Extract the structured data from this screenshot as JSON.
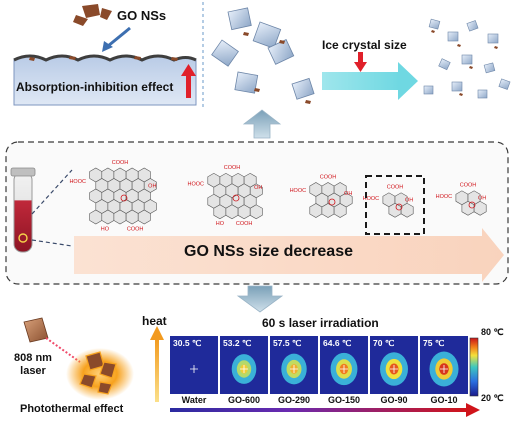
{
  "top_left": {
    "go_nss_label": "GO NSs",
    "effect_label": "Absorption-inhibition effect"
  },
  "top_right": {
    "ice_label": "Ice crystal size"
  },
  "middle": {
    "size_decrease_label": "GO NSs size decrease",
    "group_labels": [
      "COOH",
      "HOOC",
      "OH",
      "O",
      "HO"
    ]
  },
  "bottom": {
    "laser_label_line1": "808 nm",
    "laser_label_line2": "laser",
    "photothermal_label": "Photothermal effect",
    "heat_label": "heat",
    "irradiation_title": "60 s laser irradiation",
    "colorbar_max": "80 ℃",
    "colorbar_min": "20 ℃",
    "panels": [
      {
        "temp": "30.5 ℃",
        "name": "Water",
        "intensity": 0.0
      },
      {
        "temp": "53.2 ℃",
        "name": "GO-600",
        "intensity": 0.55
      },
      {
        "temp": "57.5 ℃",
        "name": "GO-290",
        "intensity": 0.62
      },
      {
        "temp": "64.6 ℃",
        "name": "GO-150",
        "intensity": 0.74
      },
      {
        "temp": "70 ℃",
        "name": "GO-90",
        "intensity": 0.83
      },
      {
        "temp": "75 ℃",
        "name": "GO-10",
        "intensity": 0.92
      }
    ]
  }
}
